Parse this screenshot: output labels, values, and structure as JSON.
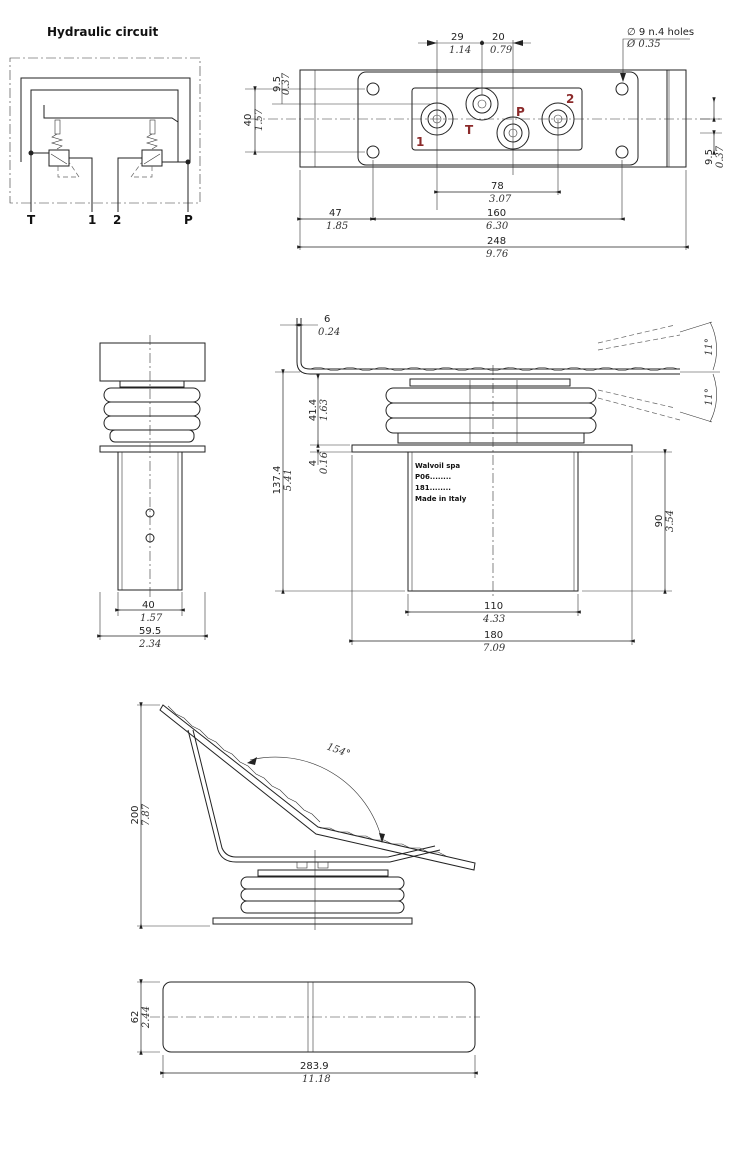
{
  "hydraulic_circuit": {
    "title": "Hydraulic circuit",
    "ports": [
      "T",
      "1",
      "2",
      "P"
    ]
  },
  "top_view": {
    "port_labels": {
      "p1": "1",
      "t": "T",
      "p": "P",
      "p2": "2"
    },
    "dims": {
      "d29": {
        "mm": "29",
        "in": "1.14"
      },
      "d20": {
        "mm": "20",
        "in": "0.79"
      },
      "holes": {
        "mm": "∅ 9 n.4 holes",
        "in": "Ø 0.35"
      },
      "d9_5_left": {
        "mm": "9.5",
        "in": "0.37"
      },
      "d40": {
        "mm": "40",
        "in": "1.57"
      },
      "d9_5_right": {
        "mm": "9.5",
        "in": "0.37"
      },
      "d78": {
        "mm": "78",
        "in": "3.07"
      },
      "d47": {
        "mm": "47",
        "in": "1.85"
      },
      "d160": {
        "mm": "160",
        "in": "6.30"
      },
      "d248": {
        "mm": "248",
        "in": "9.76"
      }
    }
  },
  "side_view": {
    "dims": {
      "d40": {
        "mm": "40",
        "in": "1.57"
      },
      "d59_5": {
        "mm": "59.5",
        "in": "2.34"
      }
    }
  },
  "front_view": {
    "label_lines": [
      "Walvoil spa",
      "P06........",
      "181........",
      "Made in Italy"
    ],
    "dims": {
      "d6": {
        "mm": "6",
        "in": "0.24"
      },
      "d41_4": {
        "mm": "41.4",
        "in": "1.63"
      },
      "d137_4": {
        "mm": "137.4",
        "in": "5.41"
      },
      "d4": {
        "mm": "4",
        "in": "0.16"
      },
      "d90": {
        "mm": "90",
        "in": "3.54"
      },
      "d110": {
        "mm": "110",
        "in": "4.33"
      },
      "d180": {
        "mm": "180",
        "in": "7.09"
      },
      "angle_up": "11°",
      "angle_down": "11°"
    }
  },
  "iso_view": {
    "dims": {
      "d200": {
        "mm": "200",
        "in": "7.87"
      },
      "angle": "154°"
    }
  },
  "tread_view": {
    "dims": {
      "d62": {
        "mm": "62",
        "in": "2.44"
      },
      "d283_9": {
        "mm": "283.9",
        "in": "11.18"
      }
    }
  }
}
